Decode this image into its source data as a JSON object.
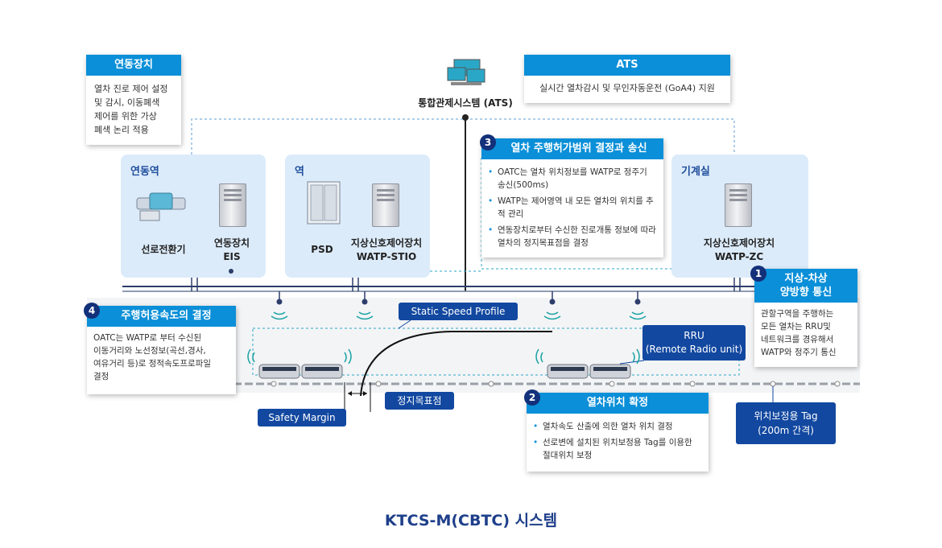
{
  "interlock_box": {
    "title": "연동장치",
    "body": "열차 진로 제어 설정\n및 감시, 이동폐색\n제어를 위한 가상\n폐색 논리 적용"
  },
  "ats_center": {
    "label": "통합관제시스템 (ATS)"
  },
  "ats_box": {
    "title": "ATS",
    "body": "실시간 열차감시 및 무인자동운전 (GoA4) 지원"
  },
  "box3": {
    "number": "3",
    "title": "열차 주행허가범위 결정과 송신",
    "items": [
      "OATC는 열차 위치정보를 WATP로 정주기 송신(500ms)",
      "WATP는 제어영역 내 모든 열차의 위치를 추적 관리",
      "연동장치로부터 수신한 진로개통 정보에 따라 열차의 정지목표점을 결정"
    ]
  },
  "zone_interlock_station": {
    "title": "연동역",
    "device1": "선로전환기",
    "device2_line1": "연동장치",
    "device2_line2": "EIS"
  },
  "zone_station": {
    "title": "역",
    "device1": "PSD",
    "device2_line1": "지상신호제어장치",
    "device2_line2": "WATP-STIO"
  },
  "zone_machine_room": {
    "title": "기계실",
    "device1_line1": "지상신호제어장치",
    "device1_line2": "WATP-ZC"
  },
  "box1": {
    "number": "1",
    "title_line1": "지상-차상",
    "title_line2": "양방향 통신",
    "body": "관할구역을 주행하는\n모든 열차는 RRU및\n네트워크를 경유해서\nWATP와 정주기 통신"
  },
  "box4": {
    "number": "4",
    "title": "주행허용속도의 결정",
    "body": "OATC는 WATP로 부터 수신된\n이동거리와 노선정보(곡선,경사,\n여유거리 등)로 정적속도프로파일\n결정"
  },
  "static_speed_profile": "Static Speed Profile",
  "rru": {
    "line1": "RRU",
    "line2": "(Remote Radio unit)"
  },
  "stop_target": "정지목표점",
  "safety_margin": "Safety Margin",
  "box2": {
    "number": "2",
    "title": "열차위치 확정",
    "items": [
      "열차속도 산출에 의한 열차 위치 결정",
      "선로변에 설치된 위치보정용 Tag를 이용한 절대위치 보정"
    ]
  },
  "position_tag": {
    "line1": "위치보정용 Tag",
    "line2": "(200m 간격)"
  },
  "caption": "KTCS-M(CBTC) 시스템",
  "colors": {
    "accent": "#0a8fd8",
    "dark_blue": "#1248a0",
    "zone_bg": "#dcebfa",
    "navy": "#13307a"
  }
}
